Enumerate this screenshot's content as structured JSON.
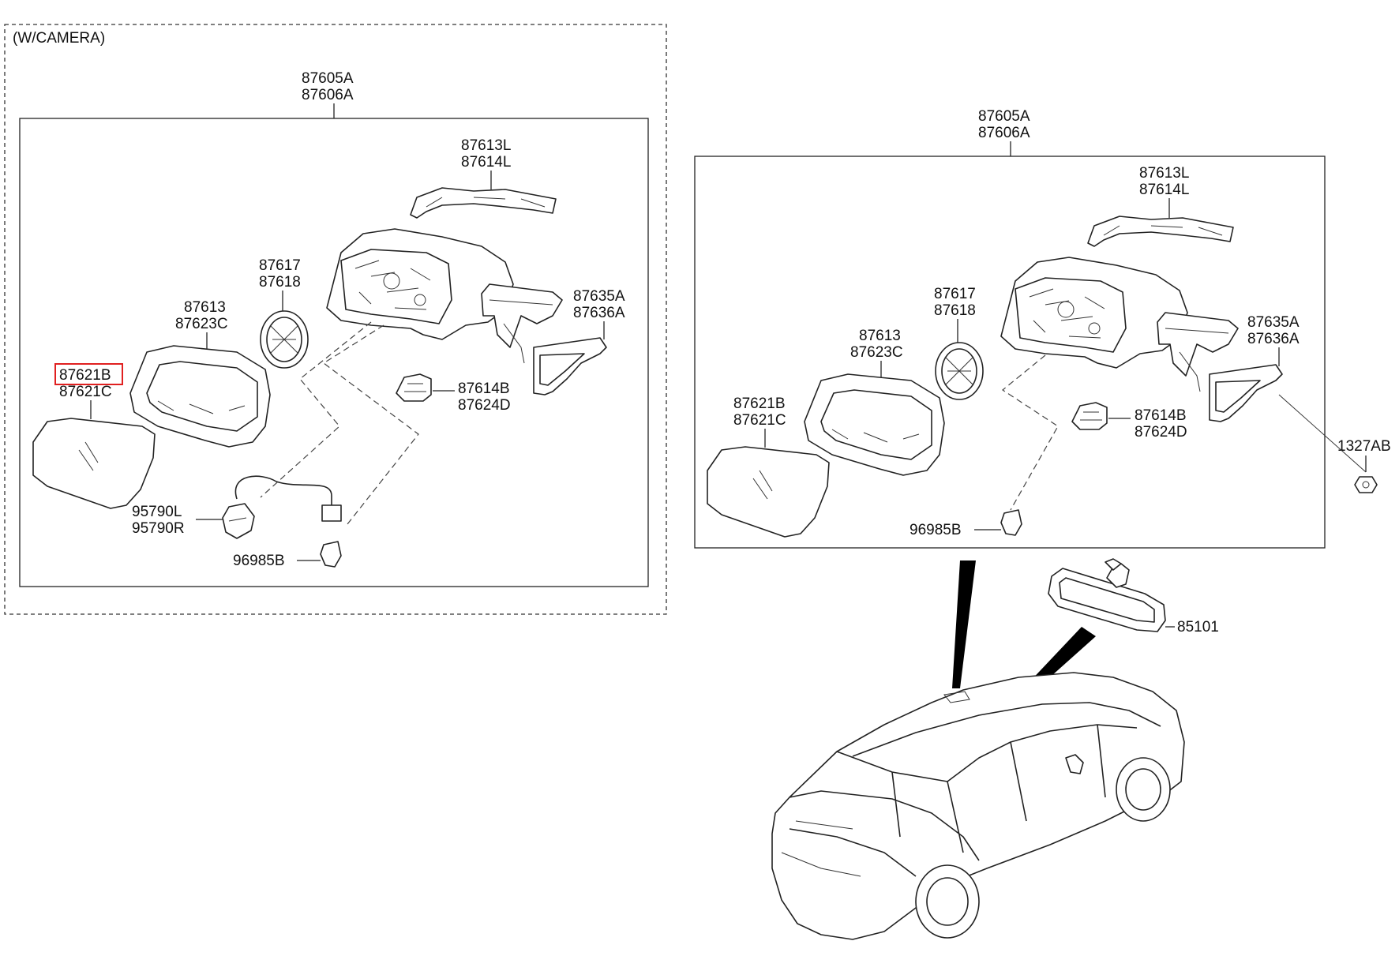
{
  "camera_group": {
    "title": "(W/CAMERA)",
    "assembly": [
      "87605A",
      "87606A"
    ],
    "covers": [
      "87613L",
      "87614L"
    ],
    "actuator": [
      "87617",
      "87618"
    ],
    "housing": [
      "87613",
      "87623C"
    ],
    "glass": [
      "87621B",
      "87621C"
    ],
    "garnish": [
      "87635A",
      "87636A"
    ],
    "lamp": [
      "87614B",
      "87624D"
    ],
    "camera": [
      "95790L",
      "95790R"
    ],
    "connector": "96985B"
  },
  "standard_group": {
    "assembly": [
      "87605A",
      "87606A"
    ],
    "covers": [
      "87613L",
      "87614L"
    ],
    "actuator": [
      "87617",
      "87618"
    ],
    "housing": [
      "87613",
      "87623C"
    ],
    "glass": [
      "87621B",
      "87621C"
    ],
    "garnish": [
      "87635A",
      "87636A"
    ],
    "lamp": [
      "87614B",
      "87624D"
    ],
    "nut": "1327AB",
    "connector": "96985B"
  },
  "inside_mirror": "85101",
  "highlighted_part": "87621B",
  "colors": {
    "highlight": "#e02020",
    "lines": "#222222"
  }
}
